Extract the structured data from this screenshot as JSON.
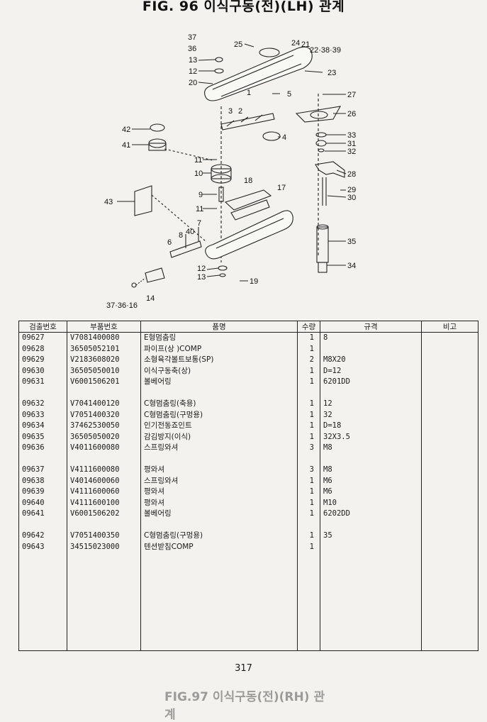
{
  "title": "FIG. 96 이식구동(전)(LH) 관계",
  "diagram": {
    "callouts": [
      "37",
      "36",
      "13",
      "12",
      "20",
      "25",
      "24",
      "21",
      "22·38·39",
      "23",
      "1",
      "5",
      "27",
      "26",
      "2",
      "3",
      "4",
      "33",
      "31",
      "32",
      "42",
      "41",
      "11",
      "10",
      "28",
      "29",
      "30",
      "9",
      "18",
      "17",
      "43",
      "11",
      "40",
      "7",
      "8",
      "6",
      "35",
      "12",
      "13",
      "19",
      "34",
      "37·36·16",
      "14"
    ]
  },
  "table": {
    "headers": [
      "검출번호",
      "부품번호",
      "품명",
      "수량",
      "규격",
      "비고"
    ],
    "groups": [
      [
        {
          "code": "09627",
          "part": "V7081400080",
          "name": "E형멈춤링",
          "qty": "1",
          "spec": "8"
        },
        {
          "code": "09628",
          "part": "36505052101",
          "name": "파이프(상 )COMP",
          "qty": "1",
          "spec": ""
        },
        {
          "code": "09629",
          "part": "V2183608020",
          "name": "소형육각볼트보통(SP)",
          "qty": "2",
          "spec": "M8X20"
        },
        {
          "code": "09630",
          "part": "36505050010",
          "name": "이식구동축(상)",
          "qty": "1",
          "spec": "D=12"
        },
        {
          "code": "09631",
          "part": "V6001506201",
          "name": "볼베어링",
          "qty": "1",
          "spec": "6201DD"
        }
      ],
      [
        {
          "code": "09632",
          "part": "V7041400120",
          "name": "C형멈춤링(축용)",
          "qty": "1",
          "spec": "12"
        },
        {
          "code": "09633",
          "part": "V7051400320",
          "name": "C형멈춤링(구멍용)",
          "qty": "1",
          "spec": "32"
        },
        {
          "code": "09634",
          "part": "37462530050",
          "name": "인기전동죠인트",
          "qty": "1",
          "spec": "D=18"
        },
        {
          "code": "09635",
          "part": "36505050020",
          "name": "감김방지(이식)",
          "qty": "1",
          "spec": "32X3.5"
        },
        {
          "code": "09636",
          "part": "V4011600080",
          "name": "스프링와셔",
          "qty": "3",
          "spec": "M8"
        }
      ],
      [
        {
          "code": "09637",
          "part": "V4111600080",
          "name": "평와셔",
          "qty": "3",
          "spec": "M8"
        },
        {
          "code": "09638",
          "part": "V4014600060",
          "name": "스프링와셔",
          "qty": "1",
          "spec": "M6"
        },
        {
          "code": "09639",
          "part": "V4111600060",
          "name": "평와셔",
          "qty": "1",
          "spec": "M6"
        },
        {
          "code": "09640",
          "part": "V4111600100",
          "name": "평와셔",
          "qty": "1",
          "spec": "M10"
        },
        {
          "code": "09641",
          "part": "V6001506202",
          "name": "볼베어링",
          "qty": "1",
          "spec": "6202DD"
        }
      ],
      [
        {
          "code": "09642",
          "part": "V7051400350",
          "name": "C형멈춤링(구멍용)",
          "qty": "1",
          "spec": "35"
        },
        {
          "code": "09643",
          "part": "34515023000",
          "name": "텐션받침COMP",
          "qty": "1",
          "spec": ""
        }
      ]
    ]
  },
  "page_number": "317",
  "next_title": "FIG.97 이식구동(전)(RH) 관계"
}
